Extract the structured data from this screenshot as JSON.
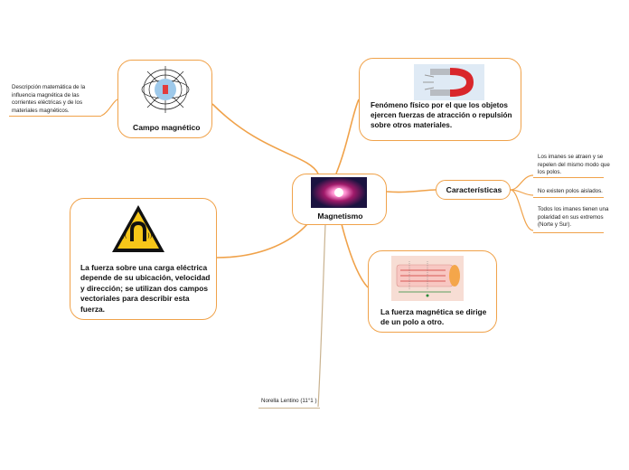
{
  "colors": {
    "branch": "#f0a24a",
    "center_branch": "#c9b28f",
    "background": "#ffffff"
  },
  "center": {
    "label": "Magnetismo"
  },
  "campo": {
    "label": "Campo magnético",
    "description": "Descripción matemática de la influencia magnética de las corrientes eléctricas y de los materiales magnéticos."
  },
  "fenomeno": {
    "label": "Fenómeno físico por el que los objetos ejercen fuerzas de atracción o repulsión sobre otros materiales."
  },
  "caracteristicas": {
    "label": "Características",
    "items": [
      "Los imanes se atraen y se repelen del mismo modo que los polos.",
      "No existen polos aislados.",
      "Todos los imanes tienen una polaridad en sus extremos (Norte y Sur)."
    ]
  },
  "fuerza_electrica": {
    "label": "La fuerza sobre una carga eléctrica depende de su ubicación, velocidad y dirección; se utilizan dos campos vectoriales para describir esta fuerza."
  },
  "fuerza_magnetica": {
    "label": "La fuerza magnética se dirige de un polo a otro."
  },
  "author": {
    "label": "Norella Lentino (11°1 )"
  },
  "icons": {
    "campo": "magnetic-field-image",
    "fenomeno": "horseshoe-magnet-image",
    "center": "glowing-sphere-image",
    "warning": "magnetic-field-warning-sign",
    "fuerza": "magnetic-flux-tube-image"
  }
}
